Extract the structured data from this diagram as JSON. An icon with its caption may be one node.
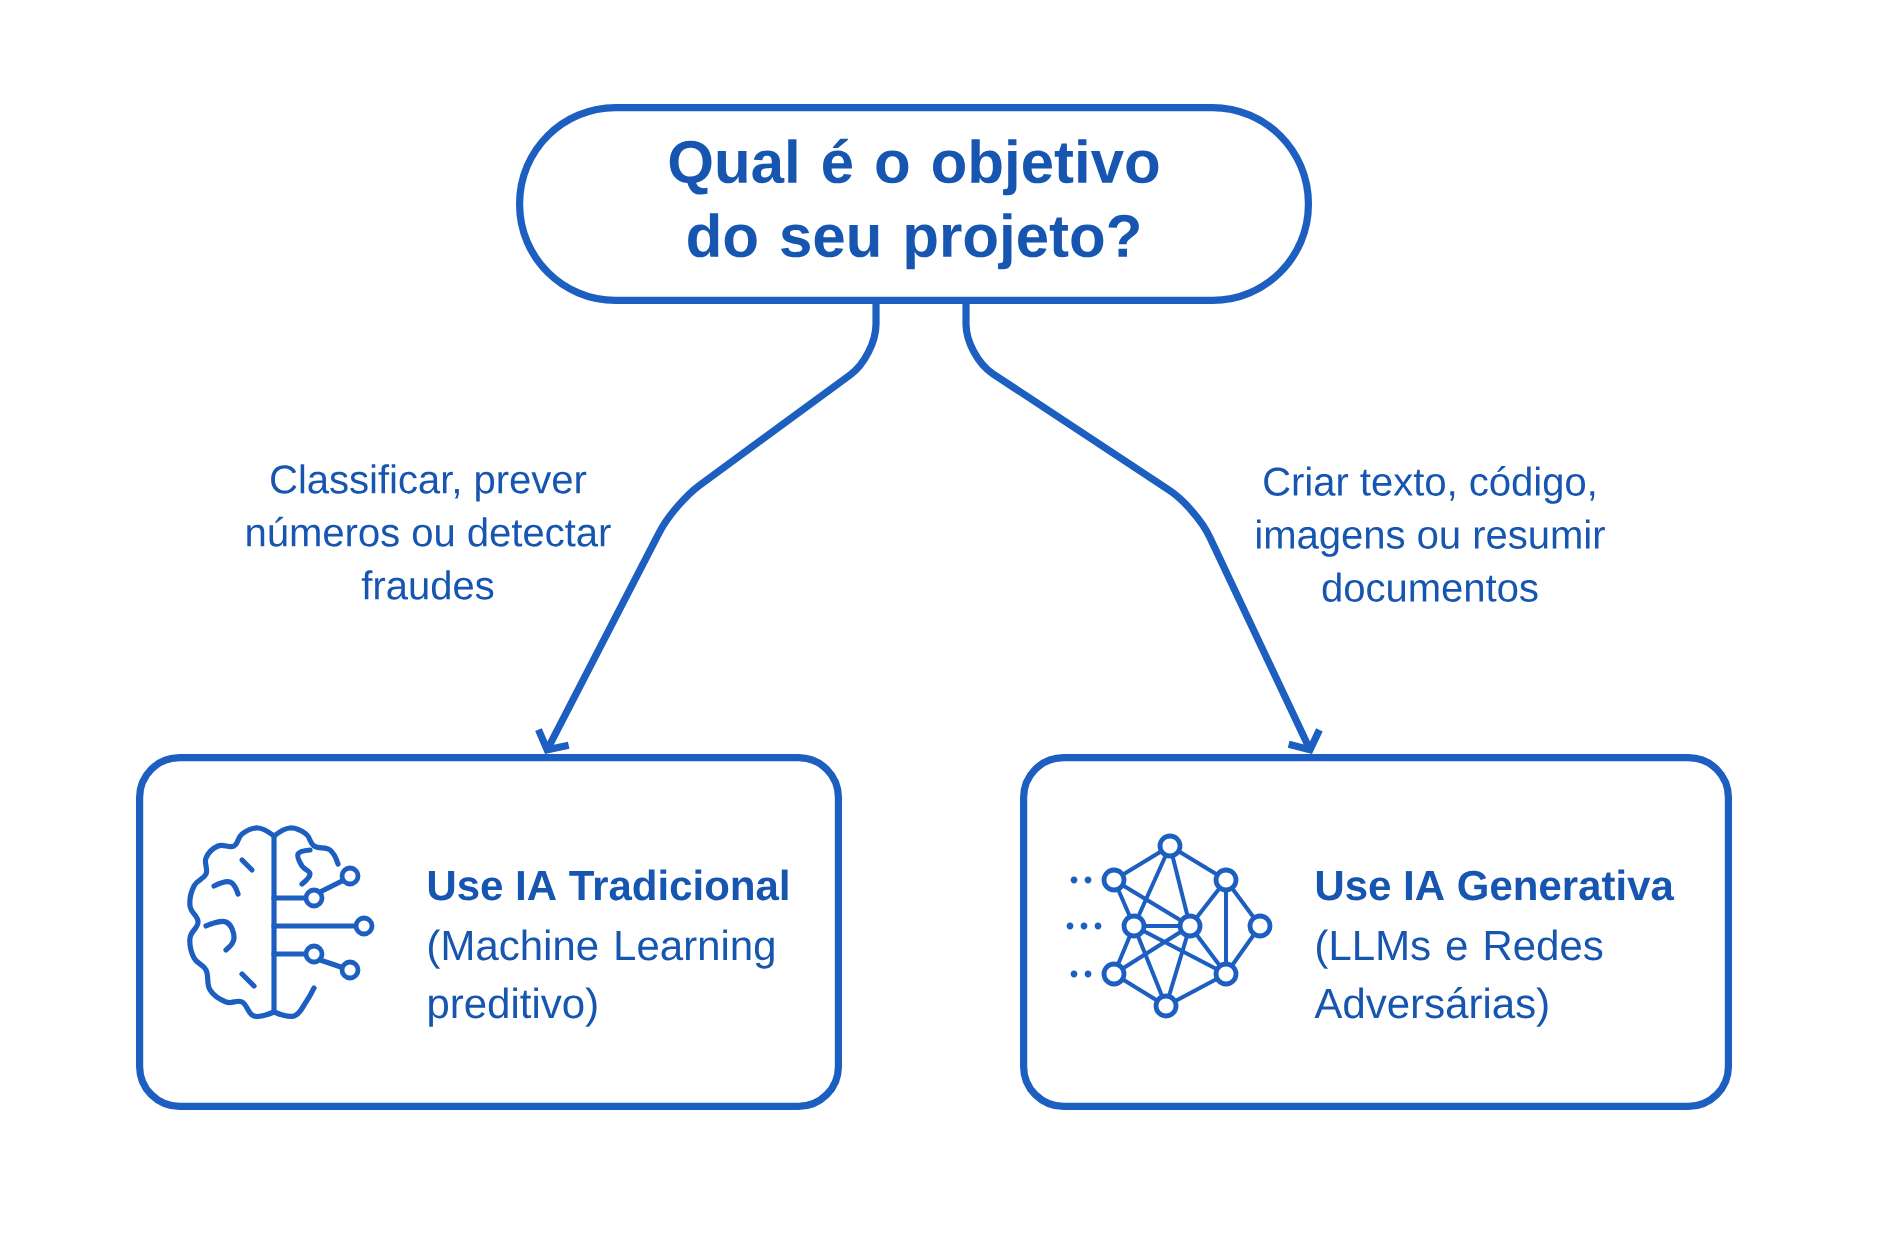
{
  "diagram": {
    "nodes": [
      {
        "text": [
          "Qual é o objetivo do seu projeto?"
        ]
      },
      {
        "text": [
          "Use IA Tradicional",
          "(Machine Learning preditivo)"
        ]
      },
      {
        "text": [
          "Use IA Generativa",
          "(LLMs e Redes Adversárias)"
        ]
      }
    ],
    "edges": [
      {
        "from": 0,
        "to": 1,
        "arrow": "to",
        "label": "Classificar, prever números ou detectar fraudes"
      },
      {
        "from": 0,
        "to": 2,
        "arrow": "to",
        "label": "Criar texto, código, imagens ou resumir documentos"
      }
    ]
  }
}
